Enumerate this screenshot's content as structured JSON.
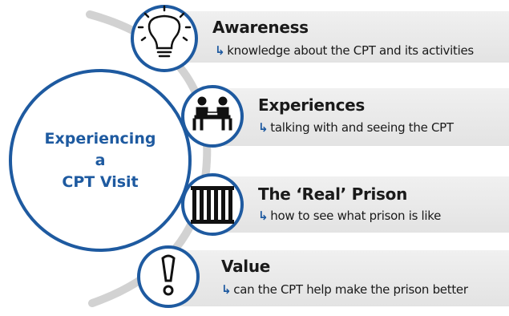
{
  "center": {
    "lines": [
      "Experiencing",
      "a",
      "CPT Visit"
    ]
  },
  "items": [
    {
      "title": "Awareness",
      "description": "knowledge about the CPT and its activities",
      "icon": "lightbulb-icon"
    },
    {
      "title": "Experiences",
      "description": "talking with and seeing the CPT",
      "icon": "meeting-icon"
    },
    {
      "title": "The ‘Real’ Prison",
      "description": "how to see what prison is like",
      "icon": "prison-bars-icon"
    },
    {
      "title": "Value",
      "description": "can the CPT help make the prison better",
      "icon": "exclamation-icon"
    }
  ],
  "colors": {
    "accent": "#1e5aa0",
    "arc": "#d0d0d0",
    "bar": "#e8e8e8",
    "text": "#1a1a1a"
  }
}
